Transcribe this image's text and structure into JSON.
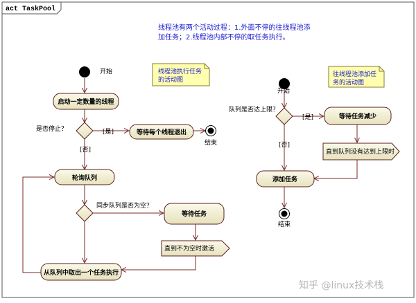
{
  "frame": {
    "title": "act TaskPool"
  },
  "description": {
    "line1": "线程池有两个活动过程：1.外面不停的往线程池添",
    "line2": "加任务；2.线程池内部不停的取任务执行。"
  },
  "notes": {
    "left": {
      "line1": "线程池执行任务",
      "line2": "的活动图"
    },
    "right": {
      "line1": "往线程池添加任",
      "line2": "务的活动图"
    }
  },
  "left_flow": {
    "start_label": "开始",
    "start_threads": "启动一定数量的线程",
    "stop_question": "是否停止？",
    "yes_label": "[是]",
    "no_label": "[否]",
    "wait_threads_exit": "等待每个线程退出",
    "end_label": "结束",
    "poll_queue": "轮询队列",
    "sync_question": "同步队列是否为空？",
    "wait_task": "等待任务",
    "until_not_empty": "直到不为空时激活",
    "take_task": "从队列中取出一个任务执行"
  },
  "right_flow": {
    "start_label": "开始",
    "limit_question": "队列是否达上限？",
    "yes_label": "[是]",
    "no_label": "[否]",
    "wait_decrease": "等待任务减少",
    "until_below": "直到队列没有达到上限时",
    "add_task": "添加任务",
    "end_label": "结束"
  },
  "watermark": "知乎 @linux技术栈",
  "colors": {
    "node_fill": "#f4f1d8",
    "node_stroke": "#5a2020",
    "note_fill": "#ffffb0",
    "edge": "#7a2a2a",
    "description_text": "#1a1ad0"
  }
}
